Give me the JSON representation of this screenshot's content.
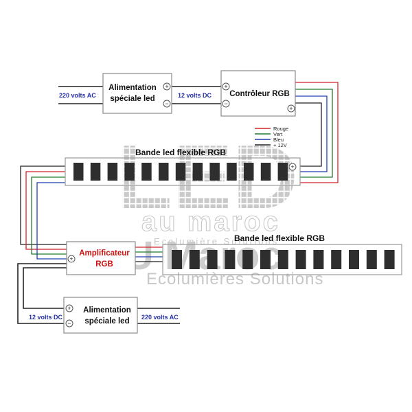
{
  "watermark": {
    "led": "LED",
    "au_maroc": "au maroc",
    "eco_small": "Ecolumière Solutions",
    "au_maroc_big": "AU Maroc",
    "eco_big": "Ecolumières Solutions"
  },
  "components": {
    "psu_top": {
      "line1": "Alimentation",
      "line2": "spéciale led"
    },
    "controller": {
      "label": "Contrôleur RGB"
    },
    "strip_top": {
      "title": "Bande led flexible RGB"
    },
    "strip_bottom": {
      "title": "Bande led flexible RGB"
    },
    "amplifier": {
      "line1": "Amplificateur",
      "line2": "RGB"
    },
    "psu_bottom": {
      "line1": "Alimentation",
      "line2": "spéciale led"
    }
  },
  "labels": {
    "ac_in_top": "220 volts AC",
    "dc_link_top": "12 volts DC",
    "dc_in_bottom": "12 volts DC",
    "ac_in_bottom": "220 volts AC"
  },
  "legend": {
    "items": [
      {
        "label": "Rouge",
        "color": "#d2232a"
      },
      {
        "label": "Vert",
        "color": "#1f7a2e"
      },
      {
        "label": "Bleu",
        "color": "#1f3fae"
      },
      {
        "label": "+ 12V",
        "color": "#222222"
      }
    ]
  },
  "terminals": {
    "plus": "+",
    "minus": "−"
  },
  "colors": {
    "wire_red": "#d2232a",
    "wire_green": "#1f7a2e",
    "wire_blue": "#1f3fae",
    "wire_black": "#222222",
    "label_blue": "#2430a6",
    "amplifier_text": "#cc1111",
    "led_pad": "#2e2e2e"
  }
}
